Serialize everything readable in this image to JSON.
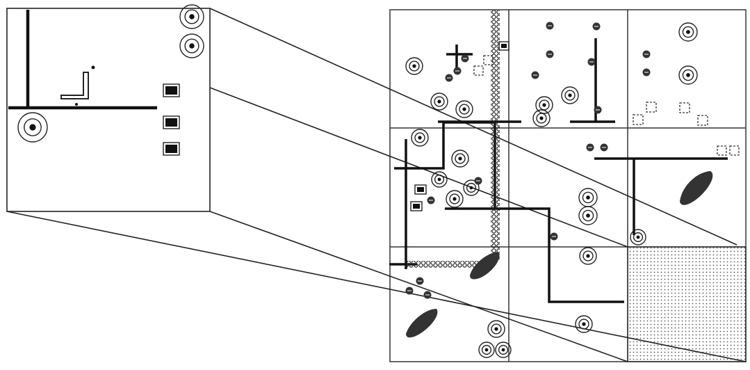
{
  "figure": {
    "background": "#ffffff",
    "ink": "#1a1a1a",
    "grid_rows": 3,
    "grid_cols": 3,
    "magnified_cell": "top-left",
    "shaded_cell": "bottom-right",
    "symbols": {
      "via": "concentric-circle-icon",
      "pad": "filled-square-icon",
      "empty_pad": "dashed-square-icon",
      "node": "small-dot-icon",
      "cluster": "hatched-blob-icon"
    }
  }
}
